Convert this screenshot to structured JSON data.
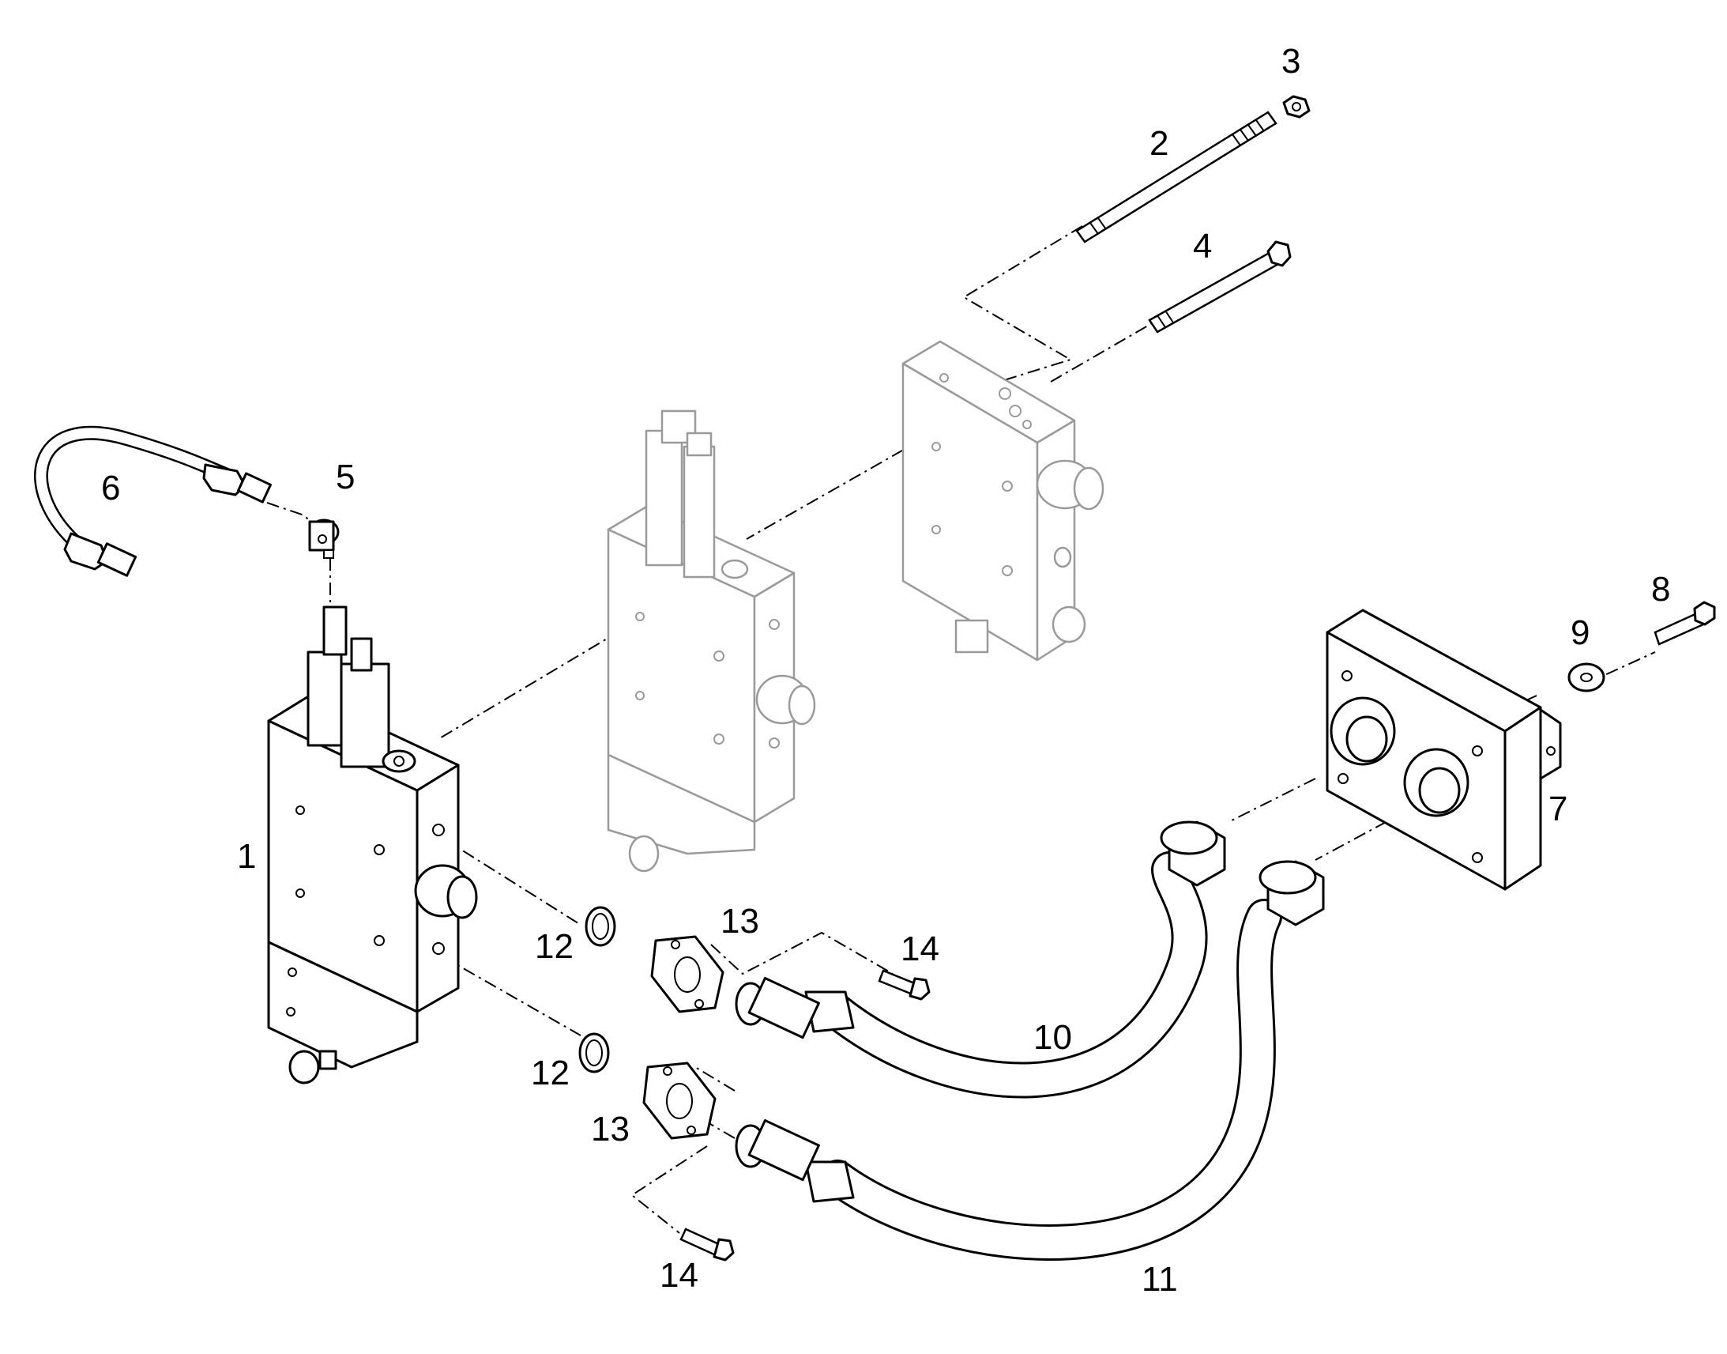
{
  "diagram": {
    "callouts": [
      {
        "id": "1",
        "text": "1"
      },
      {
        "id": "2",
        "text": "2"
      },
      {
        "id": "3",
        "text": "3"
      },
      {
        "id": "4",
        "text": "4"
      },
      {
        "id": "5",
        "text": "5"
      },
      {
        "id": "6",
        "text": "6"
      },
      {
        "id": "7",
        "text": "7"
      },
      {
        "id": "8",
        "text": "8"
      },
      {
        "id": "9",
        "text": "9"
      },
      {
        "id": "10",
        "text": "10"
      },
      {
        "id": "11",
        "text": "11"
      },
      {
        "id": "12a",
        "text": "12"
      },
      {
        "id": "12b",
        "text": "12"
      },
      {
        "id": "13a",
        "text": "13"
      },
      {
        "id": "13b",
        "text": "13"
      },
      {
        "id": "14a",
        "text": "14"
      },
      {
        "id": "14b",
        "text": "14"
      }
    ],
    "colors": {
      "line": "#000000",
      "ghost_line": "#9a9a9a",
      "background": "#ffffff"
    }
  }
}
